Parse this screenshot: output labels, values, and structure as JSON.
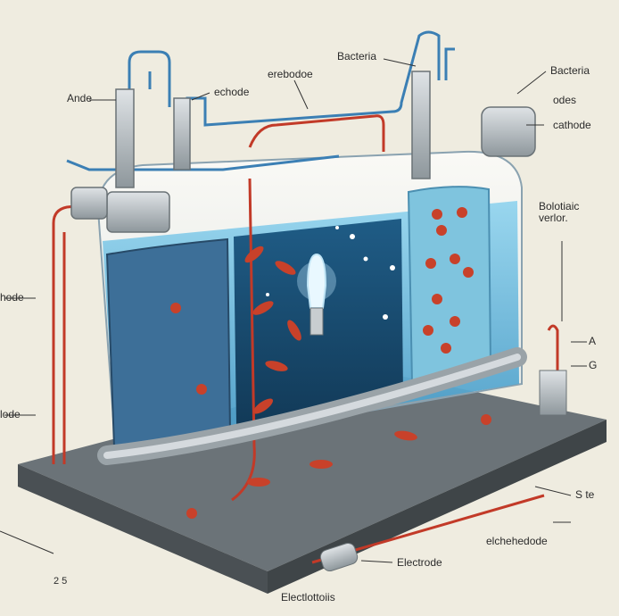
{
  "labels": {
    "anode": "Ande",
    "echode": "echode",
    "erebodoe": "erebodoe",
    "bacteria_top": "Bacteria",
    "bacteria_right": "Bacteria",
    "odes": "odes",
    "cathode": "cathode",
    "bolotiaic_line1": "Bolotiaic",
    "bolotiaic_line2": "verlor.",
    "a_terminal": "A",
    "g_terminal": "G",
    "left_hode": "hode",
    "left_lode": "lode",
    "ste": "S te",
    "elchehedode": "elchehedode",
    "electrode": "Electrode",
    "electlottoiis": "Electlottoiis",
    "corner_note": "2 5"
  },
  "colors": {
    "background": "#efece0",
    "water": "#5fb7dd",
    "water_dark": "#2f6f9a",
    "biofilm": "#3f6f95",
    "bacteria": "#c8412a",
    "wire_red": "#c23a28",
    "wire_blue": "#3b7fb4",
    "metal": "#b9bfc3",
    "base": "#5c6468"
  }
}
